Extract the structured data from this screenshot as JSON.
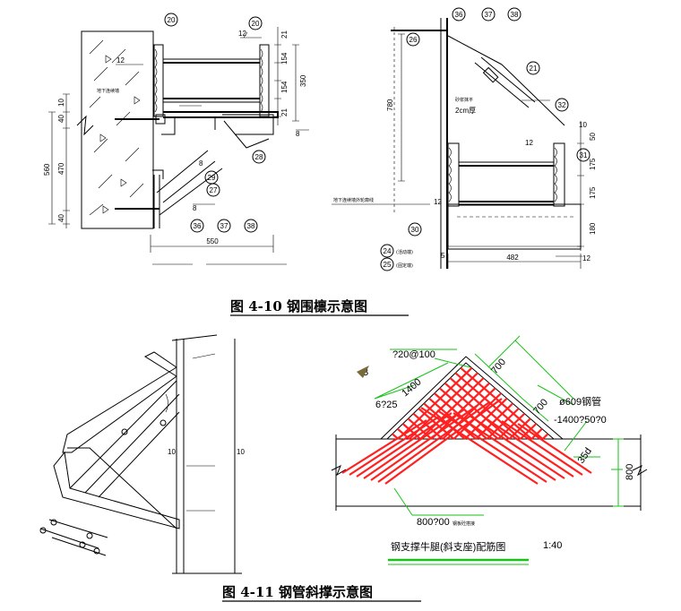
{
  "figure1": {
    "caption": "图 4-10 钢围檩示意图",
    "left": {
      "callouts": [
        "20",
        "20",
        "29",
        "27",
        "28",
        "36",
        "37",
        "38"
      ],
      "dims_right": [
        "21",
        "154",
        "154",
        "21",
        "350"
      ],
      "dims_left": [
        "10",
        "40",
        "560",
        "470",
        "40"
      ],
      "dim_bottom": "550",
      "weld_label": "12",
      "weld_label2": "8",
      "wall_label": "地下连续墙"
    },
    "right": {
      "callouts": [
        "36",
        "37",
        "38",
        "26",
        "21",
        "32",
        "31",
        "30",
        "24",
        "25"
      ],
      "callout_notes": [
        "(活动端)",
        "(固定端)"
      ],
      "dims_right": [
        "10",
        "50",
        "175",
        "175",
        "180"
      ],
      "dim_left": "780",
      "dim_bottom": "482",
      "dim_small": "5",
      "brace_label1": "砂浆抹平",
      "brace_label2": "2cm厚",
      "wall_label": "地下连续墙外轮廓线",
      "weld_label": "12"
    }
  },
  "figure2": {
    "caption": "图 4-11 钢管斜撑示意图",
    "left": {
      "labels": [
        "10",
        "10"
      ]
    },
    "right": {
      "label_top": "?20@100",
      "label_bars": "6?25",
      "dim_1400": "1400",
      "dim_700a": "700",
      "dim_700b": "700",
      "label_pipe": "ø609钢管",
      "label_pipe2": "-1400?50?0",
      "label_35d": "35d",
      "label_B": "B",
      "dim_800": "800",
      "label_plate": "800?00",
      "label_plate_note": "钢板砼搭接",
      "title": "钢支撑牛腿(斜支座)配筋图",
      "scale": "1:40"
    }
  },
  "colors": {
    "red": "#ff2020",
    "green": "#19c219"
  }
}
